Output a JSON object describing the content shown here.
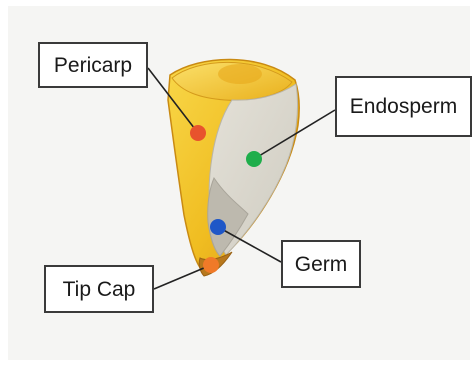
{
  "labels": {
    "pericarp": "Pericarp",
    "endosperm": "Endosperm",
    "germ": "Germ",
    "tip_cap": "Tip Cap"
  },
  "colors": {
    "pericarp_marker": "#e8532d",
    "endosperm_marker": "#1fae4b",
    "germ_marker": "#1f57c7",
    "tip_cap_marker": "#f07a28",
    "kernel_yellow": "#f2c22a",
    "endosperm_fill": "#d9d6cc",
    "germ_fill": "#c9c6bb"
  }
}
